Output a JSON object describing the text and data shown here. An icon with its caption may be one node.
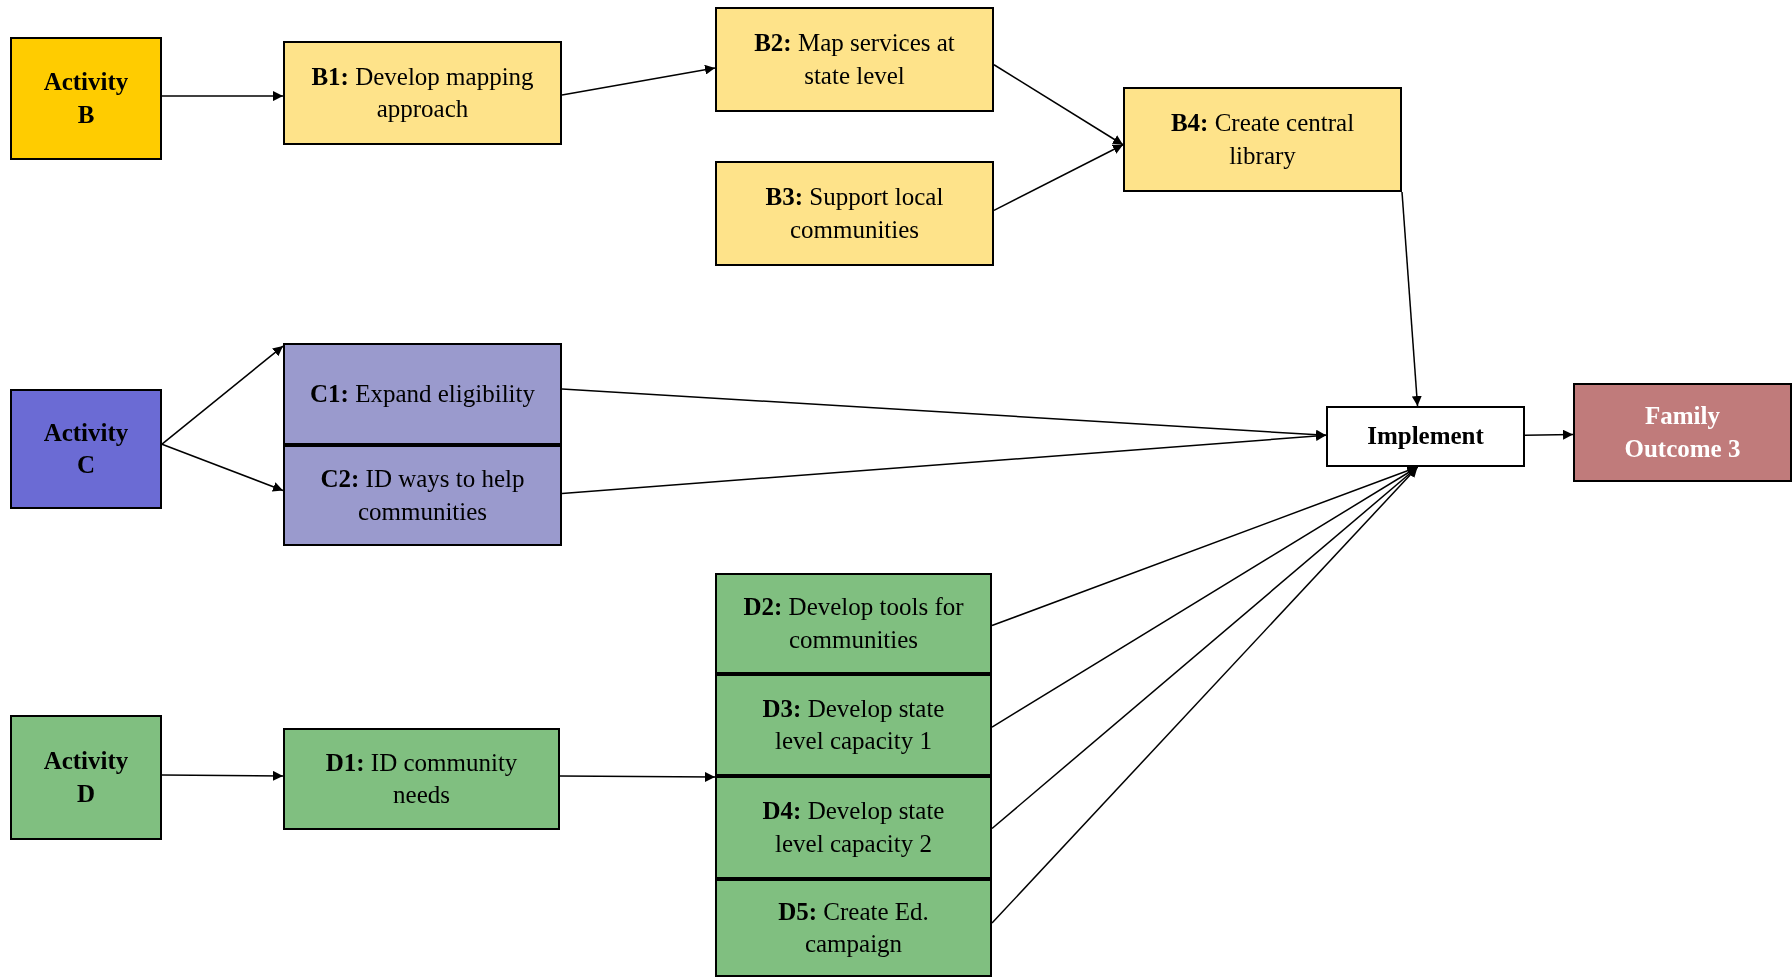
{
  "diagram": {
    "nodes": [
      {
        "text": [
          "Activity B"
        ]
      },
      {
        "text": [
          "**B1:** Develop mapping approach"
        ]
      },
      {
        "text": [
          "**B2:** Map services at state level"
        ]
      },
      {
        "text": [
          "**B3:** Support local communities"
        ]
      },
      {
        "text": [
          "**B4:** Create central library"
        ]
      },
      {
        "text": [
          "Activity C"
        ]
      },
      {
        "text": [
          "**C1:** Expand eligibility"
        ]
      },
      {
        "text": [
          "**C2:** ID ways to help communities"
        ]
      },
      {
        "text": [
          "Implement"
        ]
      },
      {
        "text": [
          "Family Outcome 3"
        ]
      },
      {
        "text": [
          "Activity D"
        ]
      },
      {
        "text": [
          "**D1:** ID community needs"
        ]
      },
      {
        "text": [
          "**D2:** Develop tools for communities"
        ]
      },
      {
        "text": [
          "**D3:** Develop state level capacity 1"
        ]
      },
      {
        "text": [
          "**D4:** Develop state level capacity 2"
        ]
      },
      {
        "text": [
          "**D5:** Create Ed. campaign"
        ]
      }
    ],
    "edges": [
      {
        "from": 0,
        "to": 1,
        "arrow": "to"
      },
      {
        "from": 1,
        "to": 2,
        "arrow": "to"
      },
      {
        "from": 2,
        "to": 4,
        "arrow": "to"
      },
      {
        "from": 3,
        "to": 4,
        "arrow": "to"
      },
      {
        "from": 4,
        "to": 8,
        "arrow": "to"
      },
      {
        "from": 5,
        "to": 6,
        "arrow": "to"
      },
      {
        "from": 5,
        "to": 7,
        "arrow": "to"
      },
      {
        "from": 6,
        "to": 8,
        "arrow": "to"
      },
      {
        "from": 7,
        "to": 8,
        "arrow": "to"
      },
      {
        "from": 8,
        "to": 9,
        "arrow": "to"
      },
      {
        "from": 10,
        "to": 11,
        "arrow": "to"
      },
      {
        "from": 11,
        "to": 14,
        "arrow": "to"
      },
      {
        "from": 12,
        "to": 8,
        "arrow": "to"
      },
      {
        "from": 13,
        "to": 8,
        "arrow": "to"
      },
      {
        "from": 14,
        "to": 8,
        "arrow": "to"
      },
      {
        "from": 15,
        "to": 8,
        "arrow": "to"
      }
    ]
  }
}
